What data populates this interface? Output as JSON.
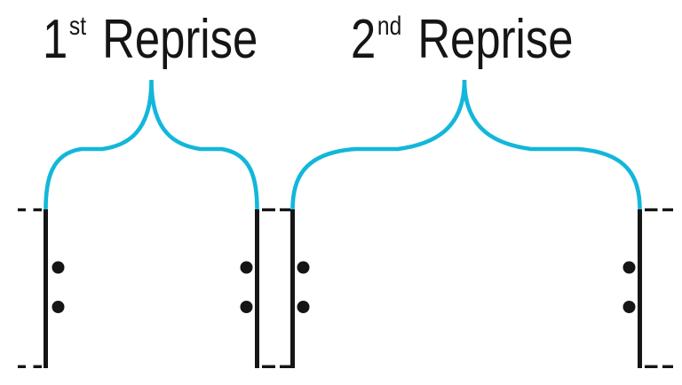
{
  "colors": {
    "bg": "#ffffff",
    "ink": "#151515",
    "accent": "#12b7da"
  },
  "labels": {
    "first": {
      "number": "1",
      "ordinal_suffix": "st",
      "word": "Reprise"
    },
    "second": {
      "number": "2",
      "ordinal_suffix": "nd",
      "word": "Reprise"
    }
  },
  "notation": {
    "type": "music-repeat-barlines",
    "sections": [
      {
        "label": "1st Reprise",
        "start_marker": "begin-repeat",
        "end_marker": "end-repeat"
      },
      {
        "label": "2nd Reprise",
        "start_marker": "begin-repeat",
        "end_marker": "end-repeat"
      }
    ]
  }
}
